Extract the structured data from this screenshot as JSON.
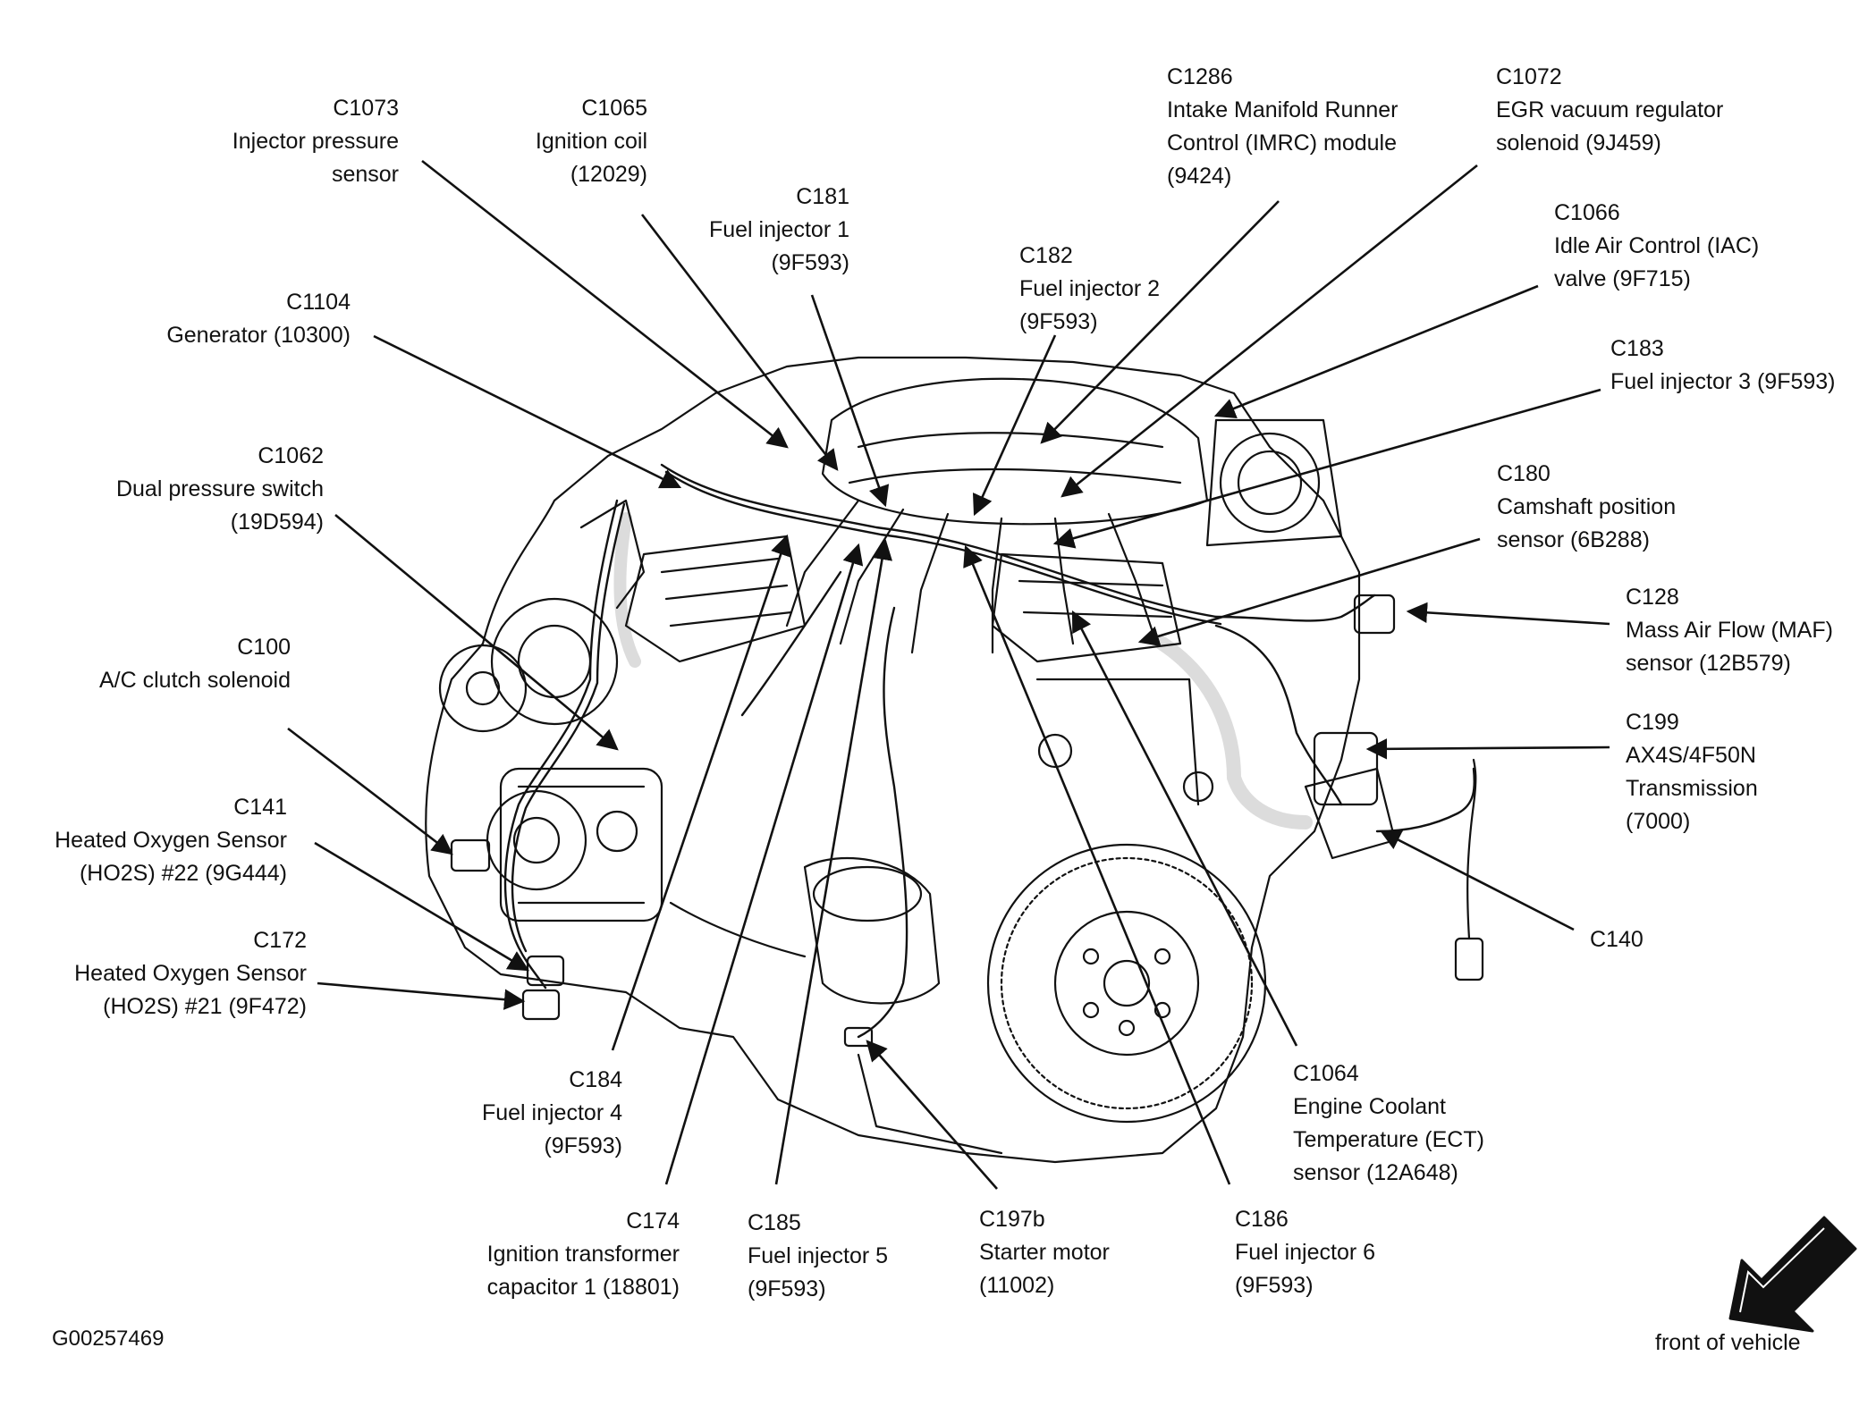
{
  "figure_code": "G00257469",
  "orientation_label": "front of vehicle",
  "colors": {
    "line": "#111111",
    "background": "#ffffff"
  },
  "labels": [
    {
      "id": "c1073",
      "lines": [
        "C1073",
        "Injector pressure",
        "sensor"
      ]
    },
    {
      "id": "c1065",
      "lines": [
        "C1065",
        "Ignition coil",
        "(12029)"
      ]
    },
    {
      "id": "c181",
      "lines": [
        "C181",
        "Fuel injector 1",
        "(9F593)"
      ]
    },
    {
      "id": "c1286",
      "lines": [
        "C1286",
        "Intake Manifold Runner",
        "Control (IMRC) module",
        "(9424)"
      ]
    },
    {
      "id": "c1072",
      "lines": [
        "C1072",
        "EGR vacuum regulator",
        "solenoid (9J459)"
      ]
    },
    {
      "id": "c1104",
      "lines": [
        "C1104",
        "Generator (10300)"
      ]
    },
    {
      "id": "c182",
      "lines": [
        "C182",
        "Fuel injector 2",
        "(9F593)"
      ]
    },
    {
      "id": "c1066",
      "lines": [
        "C1066",
        "Idle Air Control (IAC)",
        "valve (9F715)"
      ]
    },
    {
      "id": "c183",
      "lines": [
        "C183",
        "Fuel injector 3 (9F593)"
      ]
    },
    {
      "id": "c1062",
      "lines": [
        "C1062",
        "Dual pressure switch",
        "(19D594)"
      ]
    },
    {
      "id": "c180",
      "lines": [
        "C180",
        "Camshaft position",
        "sensor (6B288)"
      ]
    },
    {
      "id": "c128",
      "lines": [
        "C128",
        "Mass Air Flow (MAF)",
        "sensor (12B579)"
      ]
    },
    {
      "id": "c100",
      "lines": [
        "C100",
        "A/C clutch solenoid"
      ]
    },
    {
      "id": "c199",
      "lines": [
        "C199",
        "AX4S/4F50N",
        "Transmission",
        "(7000)"
      ]
    },
    {
      "id": "c141",
      "lines": [
        "C141",
        "Heated Oxygen Sensor",
        "(HO2S) #22 (9G444)"
      ]
    },
    {
      "id": "c140",
      "lines": [
        "C140"
      ]
    },
    {
      "id": "c172",
      "lines": [
        "C172",
        "Heated Oxygen Sensor",
        "(HO2S) #21 (9F472)"
      ]
    },
    {
      "id": "c184",
      "lines": [
        "C184",
        "Fuel injector 4",
        "(9F593)"
      ]
    },
    {
      "id": "c1064",
      "lines": [
        "C1064",
        "Engine Coolant",
        "Temperature (ECT)",
        "sensor (12A648)"
      ]
    },
    {
      "id": "c174",
      "lines": [
        "C174",
        "Ignition transformer",
        "capacitor 1 (18801)"
      ]
    },
    {
      "id": "c185",
      "lines": [
        "C185",
        "Fuel injector 5",
        "(9F593)"
      ]
    },
    {
      "id": "c197b",
      "lines": [
        "C197b",
        "Starter motor",
        "(11002)"
      ]
    },
    {
      "id": "c186",
      "lines": [
        "C186",
        "Fuel injector 6",
        "(9F593)"
      ]
    }
  ]
}
